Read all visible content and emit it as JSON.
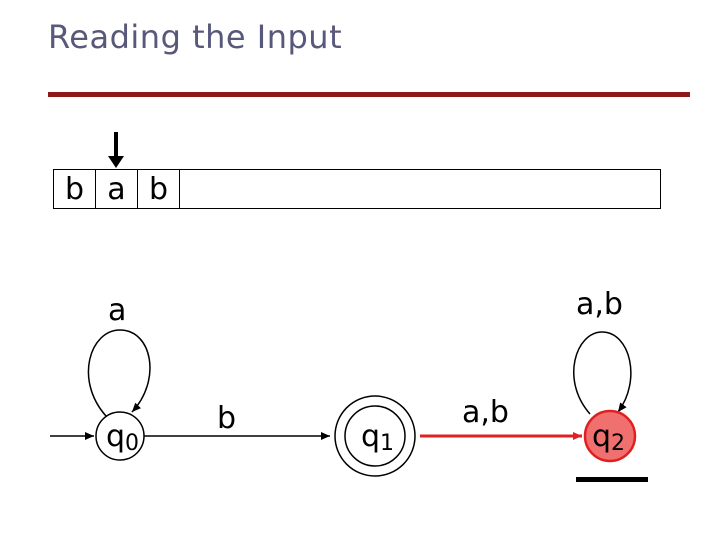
{
  "slide": {
    "title": "Reading the Input"
  },
  "tape": {
    "cells": [
      "b",
      "a",
      "b"
    ],
    "head_position": 1
  },
  "automaton": {
    "states": [
      {
        "id": "q0",
        "label": "q",
        "sub": "0",
        "initial": true,
        "accepting": false,
        "highlighted": false
      },
      {
        "id": "q1",
        "label": "q",
        "sub": "1",
        "initial": false,
        "accepting": true,
        "highlighted": false
      },
      {
        "id": "q2",
        "label": "q",
        "sub": "2",
        "initial": false,
        "accepting": false,
        "highlighted": true
      }
    ],
    "transitions": [
      {
        "from": "q0",
        "to": "q0",
        "label": "a",
        "highlighted": false
      },
      {
        "from": "q0",
        "to": "q1",
        "label": "b",
        "highlighted": false
      },
      {
        "from": "q1",
        "to": "q2",
        "label": "a,b",
        "highlighted": true
      },
      {
        "from": "q2",
        "to": "q2",
        "label": "a,b",
        "highlighted": false
      }
    ]
  },
  "colors": {
    "title": "#58587a",
    "rule": "#8b1a1a",
    "highlight_stroke": "#e02020",
    "highlight_fill": "#f07070"
  }
}
